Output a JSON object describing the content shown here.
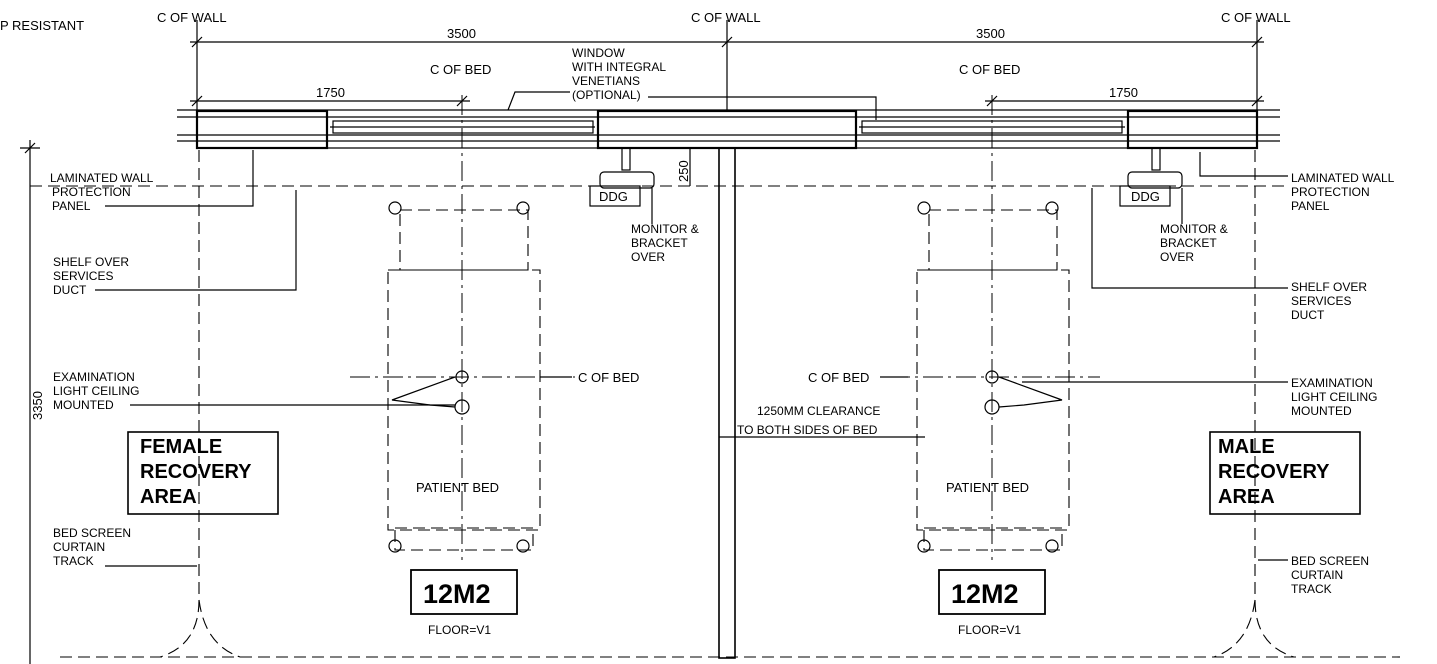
{
  "labels": {
    "top_left_fragment": "P RESISTANT",
    "c_of_wall_left": "C OF WALL",
    "c_of_wall_mid": "C OF WALL",
    "c_of_wall_right": "C OF WALL",
    "dim_3500_left": "3500",
    "dim_3500_right": "3500",
    "dim_1750_left": "1750",
    "dim_1750_right": "1750",
    "c_of_bed_top_left": "C OF BED",
    "c_of_bed_top_right": "C OF BED",
    "window_line1": "WINDOW",
    "window_line2": "WITH INTEGRAL",
    "window_line3": "VENETIANS",
    "window_line4": "(OPTIONAL)",
    "dim_250": "250",
    "ddg_left": "DDG",
    "ddg_right": "DDG",
    "monitor_left_1": "MONITOR &",
    "monitor_left_2": "BRACKET",
    "monitor_left_3": "OVER",
    "monitor_right_1": "MONITOR &",
    "monitor_right_2": "BRACKET",
    "monitor_right_3": "OVER",
    "lam_left_1": "LAMINATED WALL",
    "lam_left_2": "PROTECTION",
    "lam_left_3": "PANEL",
    "lam_right_1": "LAMINATED WALL",
    "lam_right_2": "PROTECTION",
    "lam_right_3": "PANEL",
    "shelf_left_1": "SHELF OVER",
    "shelf_left_2": "SERVICES",
    "shelf_left_3": "DUCT",
    "shelf_right_1": "SHELF OVER",
    "shelf_right_2": "SERVICES",
    "shelf_right_3": "DUCT",
    "exam_left_1": "EXAMINATION",
    "exam_left_2": "LIGHT CEILING",
    "exam_left_3": "MOUNTED",
    "exam_right_1": "EXAMINATION",
    "exam_right_2": "LIGHT CEILING",
    "exam_right_3": "MOUNTED",
    "c_of_bed_mid_left": "C OF BED",
    "c_of_bed_mid_right": "C OF BED",
    "clearance_1": "1250MM CLEARANCE",
    "clearance_2": "TO BOTH SIDES OF BED",
    "dim_3350": "3350",
    "female_1": "FEMALE",
    "female_2": "RECOVERY",
    "female_3": "AREA",
    "male_1": "MALE",
    "male_2": "RECOVERY",
    "male_3": "AREA",
    "patient_bed_left": "PATIENT BED",
    "patient_bed_right": "PATIENT BED",
    "screen_left_1": "BED SCREEN",
    "screen_left_2": "CURTAIN",
    "screen_left_3": "TRACK",
    "screen_right_1": "BED SCREEN",
    "screen_right_2": "CURTAIN",
    "screen_right_3": "TRACK",
    "area_left": "12M2",
    "area_right": "12M2",
    "floor_left": "FLOOR=V1",
    "floor_right": "FLOOR=V1"
  }
}
